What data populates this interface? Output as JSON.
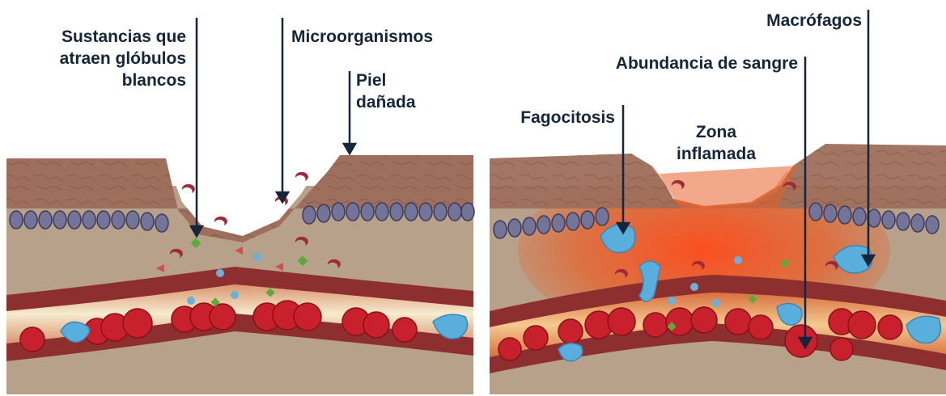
{
  "left_panel": {
    "labels": {
      "attractants": "Sustancias que\natraen glóbulos\nblancos",
      "microorganisms": "Microorganismos",
      "damaged_skin": "Piel\ndañada"
    }
  },
  "right_panel": {
    "labels": {
      "macrophages": "Macrófagos",
      "blood_abundance": "Abundancia de sangre",
      "phagocytosis": "Fagocitosis",
      "inflamed_zone": "Zona\ninflamada"
    }
  },
  "colors": {
    "label_text": "#16263a",
    "arrow": "#16263a",
    "skin_top": "#9e6f5c",
    "dermis": "#b9a48e",
    "basal_cells": "#6f6f8f",
    "vessel_wall": "#8e2f2f",
    "blood_cell": "#c8202c",
    "plasma": "#f4e6c8",
    "macrophage": "#5aaedc",
    "inflammation": "#e85a2a"
  }
}
